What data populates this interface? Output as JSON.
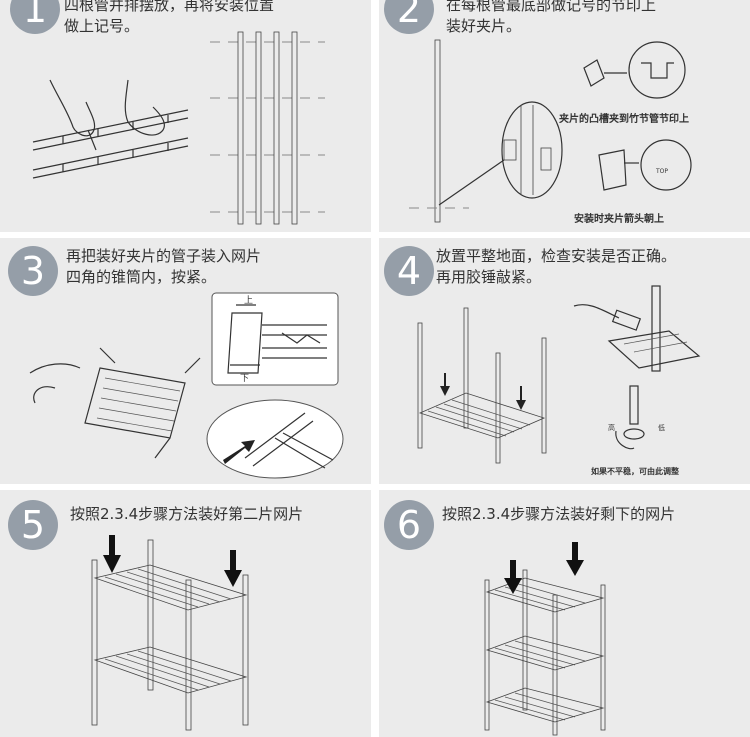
{
  "steps": [
    {
      "number": "1",
      "title_lines": [
        "四根管并排摆放，再将安装位置",
        "做上记号。"
      ]
    },
    {
      "number": "2",
      "title_lines": [
        "在每根管最底部做记号的节印上",
        "装好夹片。"
      ],
      "captions": [
        "夹片的凸槽夹到竹节管节印上",
        "安装时夹片箭头朝上"
      ],
      "tag_text": "TOP"
    },
    {
      "number": "3",
      "title_lines": [
        "再把装好夹片的管子装入网片",
        "四角的锥筒内，按紧。"
      ],
      "labels": {
        "top": "上",
        "bottom": "下"
      }
    },
    {
      "number": "4",
      "title_lines": [
        "放置平整地面，检查安装是否正确。",
        "再用胶锤敲紧。"
      ],
      "labels": {
        "high": "高",
        "low": "低"
      },
      "captions": [
        "如果不平稳，可由此调整"
      ]
    },
    {
      "number": "5",
      "title_lines": [
        "按照2.3.4步骤方法装好第二片网片"
      ]
    },
    {
      "number": "6",
      "title_lines": [
        "按照2.3.4步骤方法装好剩下的网片"
      ]
    }
  ],
  "colors": {
    "panel": "#ebebeb",
    "badge": "#959ea8",
    "line": "#333333"
  }
}
